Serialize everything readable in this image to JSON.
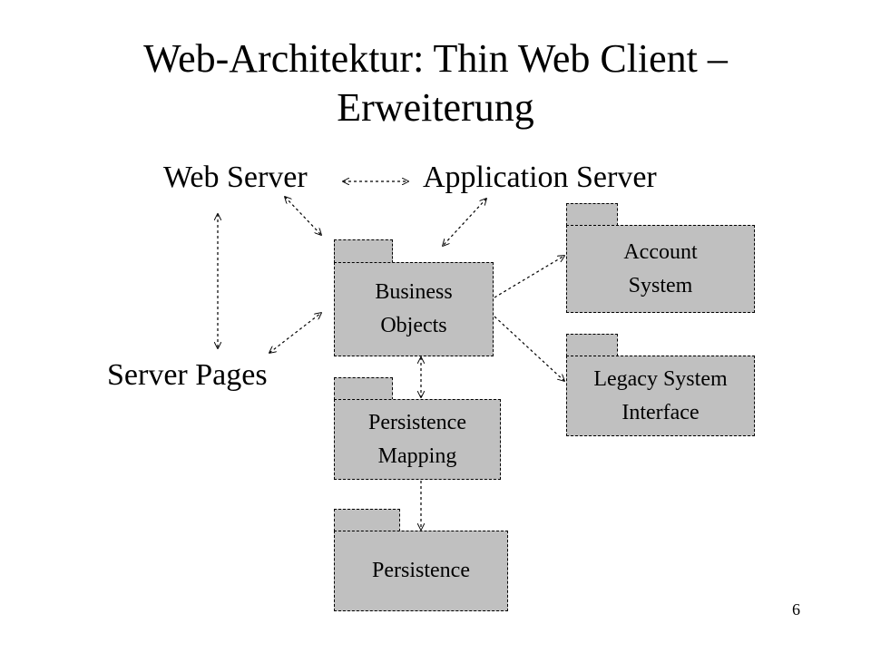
{
  "slide": {
    "title_line1": "Web-Architektur: Thin Web Client –",
    "title_line2": "Erweiterung",
    "page_number": "6"
  },
  "labels": {
    "web_server": "Web Server",
    "application_server": "Application Server",
    "server_pages": "Server Pages"
  },
  "packages": {
    "business_objects": "Business\nObjects",
    "account_system": "Account\nSystem",
    "legacy_system_interface": "Legacy System\nInterface",
    "persistence_mapping": "Persistence\nMapping",
    "persistence": "Persistence"
  },
  "colors": {
    "package_fill": "#c0c0c0",
    "background": "#ffffff",
    "line": "#000000"
  }
}
